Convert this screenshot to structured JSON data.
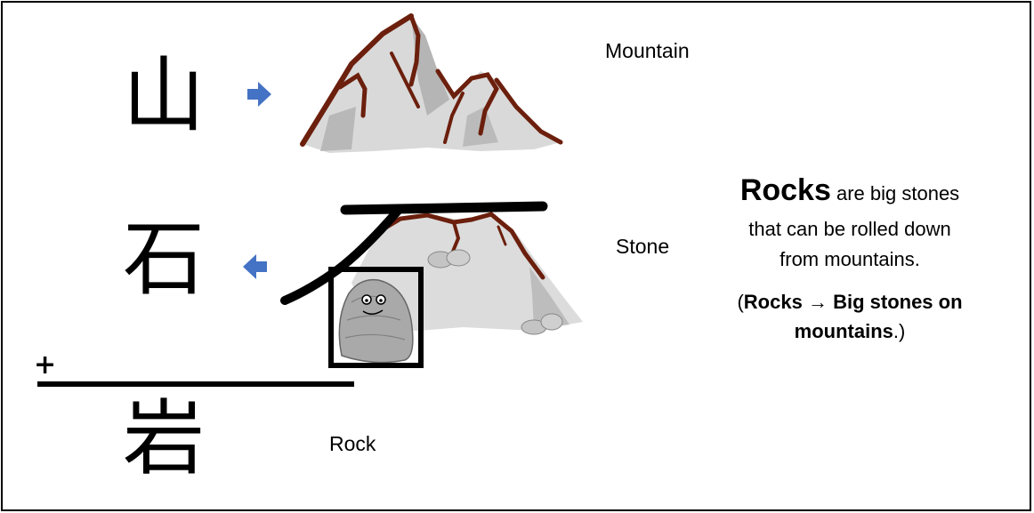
{
  "kanji": {
    "mountain": "山",
    "stone": "石",
    "rock": "岩"
  },
  "labels": {
    "mountain": "Mountain",
    "stone": "Stone",
    "rock": "Rock"
  },
  "plus_sign": "+",
  "explanation": {
    "headline_word": "Rocks",
    "headline_rest": " are big stones",
    "line2": "that can be rolled down",
    "line3": "from mountains.",
    "note_open": "(",
    "note_word1": "Rocks",
    "note_arrow": " → ",
    "note_word2": "Big stones on mountains",
    "note_close": ".)"
  },
  "icons": {
    "arrow_right": "arrow-right-icon",
    "arrow_left": "arrow-left-icon"
  },
  "colors": {
    "arrow_blue": "#4472C4",
    "mountain_gray": "#d9d9d9",
    "mountain_shadow": "#b5b5b5",
    "mountain_brown": "#6b1f0c"
  }
}
